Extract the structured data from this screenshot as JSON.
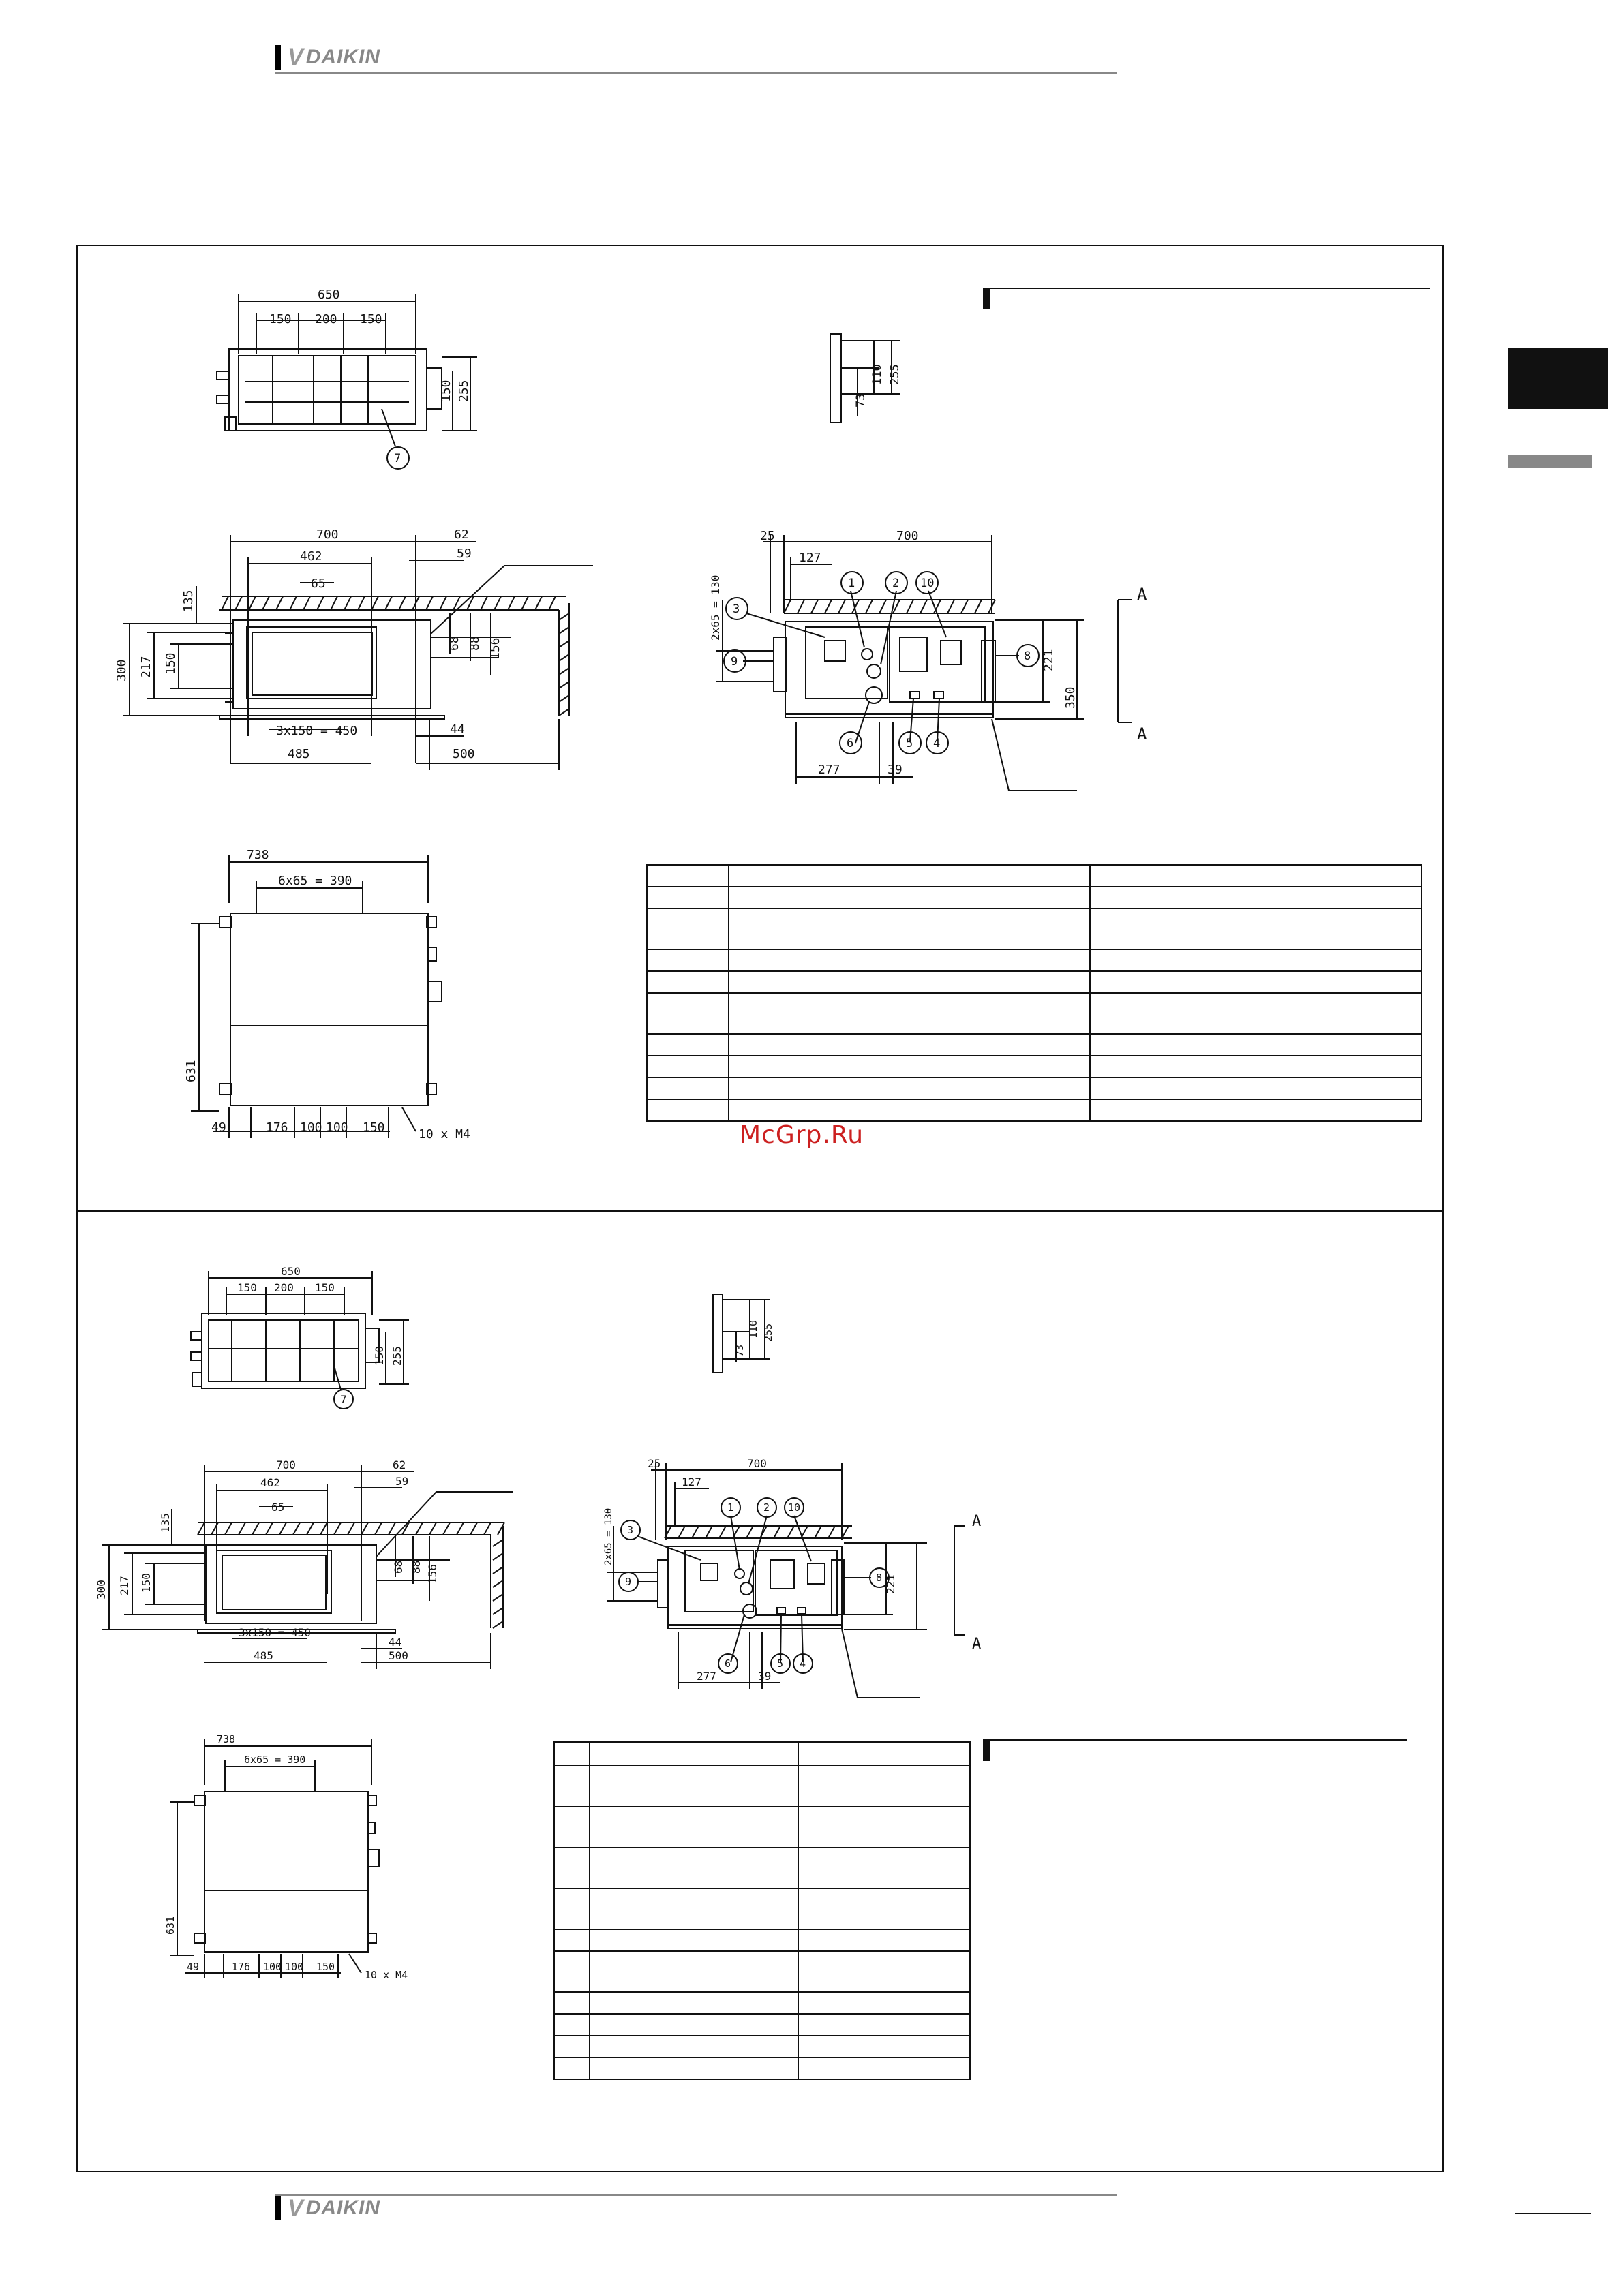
{
  "header": {
    "brand": "DAIKIN"
  },
  "footer": {
    "brand": "DAIKIN"
  },
  "watermark": "McGrp.Ru",
  "top_unit": {
    "plan": {
      "width": "650",
      "seg1": "150",
      "seg2": "200",
      "seg3": "150",
      "h1": "150",
      "h2": "255",
      "callout": "7"
    },
    "side_small": {
      "d1": "73",
      "d2": "110",
      "d3": "255"
    },
    "section": {
      "top_width": "700",
      "inner": "462",
      "d62": "62",
      "d59": "59",
      "d65": "65",
      "d135": "135",
      "d300": "300",
      "d217": "217",
      "d150": "150",
      "d68": "68",
      "d88": "88",
      "d156": "156",
      "bottom1": "3x150 = 450",
      "bottom2": "485",
      "d44": "44",
      "d500": "500"
    },
    "front": {
      "d25": "25",
      "width": "700",
      "d127": "127",
      "pitch": "2x65 = 130",
      "d221": "221",
      "d350": "350",
      "d277": "277",
      "d39": "39",
      "section_mark": "A",
      "callouts": [
        "1",
        "2",
        "10",
        "3",
        "9",
        "8",
        "6",
        "5",
        "4"
      ]
    },
    "bottom": {
      "width": "738",
      "pitch": "6x65 = 390",
      "height": "631",
      "b1": "49",
      "b2": "176",
      "b3": "100",
      "b4": "100",
      "b5": "150",
      "screws": "10 x M4"
    }
  },
  "bottom_unit": {
    "plan": {
      "width": "650",
      "seg1": "150",
      "seg2": "200",
      "seg3": "150",
      "h1": "150",
      "h2": "255",
      "callout": "7"
    },
    "side_small": {
      "d1": "73",
      "d2": "110",
      "d3": "255"
    },
    "section": {
      "top_width": "700",
      "inner": "462",
      "d62": "62",
      "d59": "59",
      "d65": "65",
      "d135": "135",
      "d300": "300",
      "d217": "217",
      "d150": "150",
      "d68": "68",
      "d88": "88",
      "d156": "156",
      "bottom1": "3x150 = 450",
      "bottom2": "485",
      "d44": "44",
      "d500": "500"
    },
    "front": {
      "d25": "25",
      "width": "700",
      "d127": "127",
      "pitch": "2x65 = 130",
      "d221": "221",
      "d277": "277",
      "d39": "39",
      "section_mark": "A",
      "callouts": [
        "1",
        "2",
        "10",
        "3",
        "9",
        "8",
        "6",
        "5",
        "4"
      ]
    },
    "bottom": {
      "width": "738",
      "pitch": "6x65 = 390",
      "height": "631",
      "b1": "49",
      "b2": "176",
      "b3": "100",
      "b4": "100",
      "b5": "150",
      "screws": "10 x M4"
    }
  }
}
